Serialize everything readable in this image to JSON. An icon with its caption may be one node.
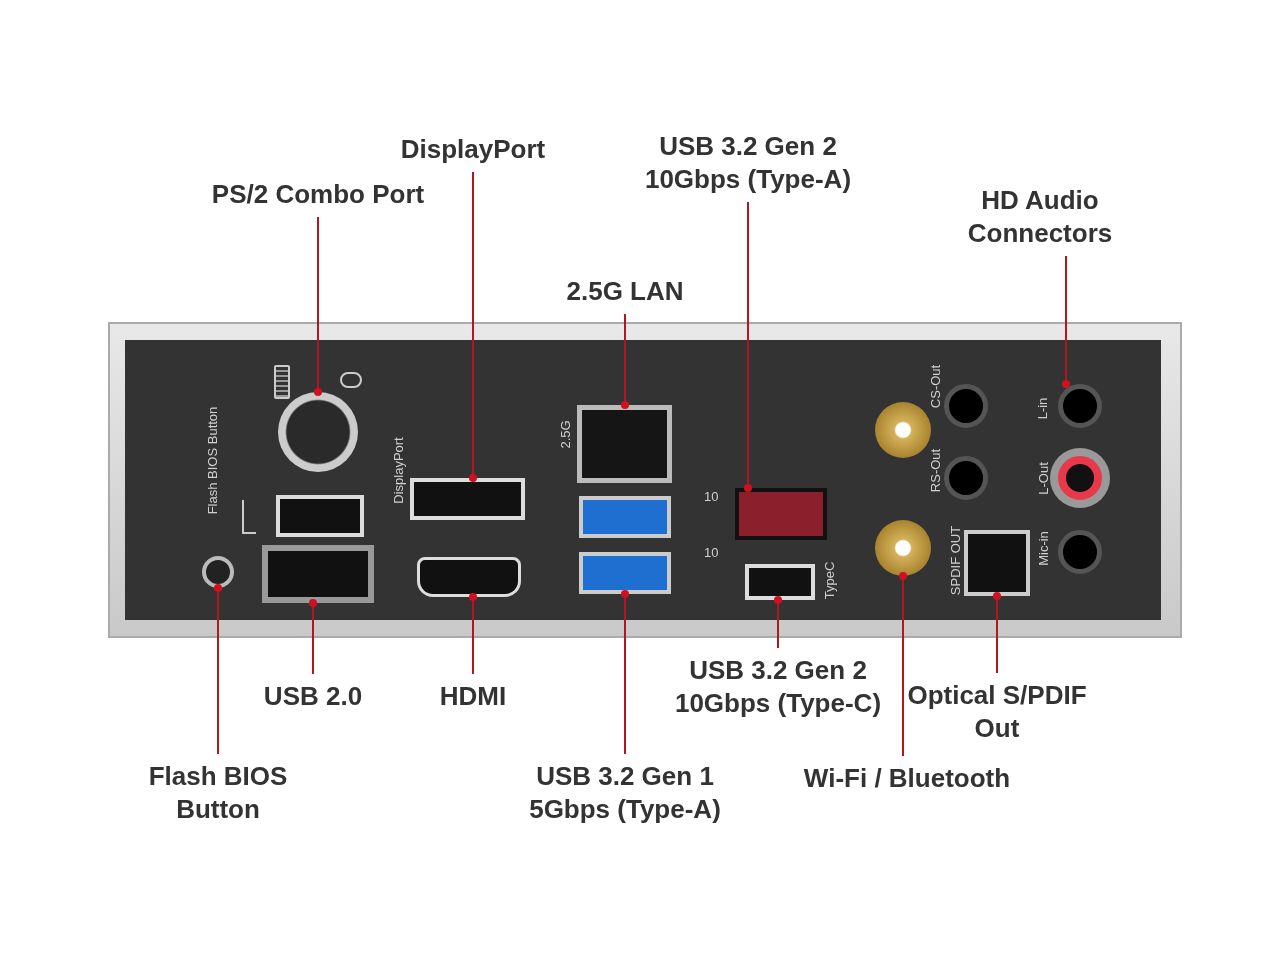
{
  "diagram": {
    "nodes": [
      {
        "text": [
          "PS/2 Combo Port"
        ]
      },
      {
        "text": [
          "DisplayPort"
        ]
      },
      {
        "text": [
          "2.5G LAN"
        ]
      },
      {
        "text": [
          "USB 3.2 Gen 2 10Gbps (Type-A)"
        ]
      },
      {
        "text": [
          "HD Audio Connectors"
        ]
      },
      {
        "text": [
          "Flash BIOS Button"
        ]
      },
      {
        "text": [
          "USB 2.0"
        ]
      },
      {
        "text": [
          "HDMI"
        ]
      },
      {
        "text": [
          "USB 3.2 Gen 1 5Gbps (Type-A)"
        ]
      },
      {
        "text": [
          "USB 3.2 Gen 2 10Gbps (Type-C)"
        ]
      },
      {
        "text": [
          "Wi-Fi / Bluetooth"
        ]
      },
      {
        "text": [
          "Optical S/PDIF Out"
        ]
      },
      {
        "text": [],
        "shape": "circle"
      },
      {
        "text": [],
        "shape": "box",
        "beside": [
          "DisplayPort"
        ]
      },
      {
        "text": [],
        "shape": "box",
        "beside": [
          "10"
        ]
      },
      {
        "text": [],
        "shape": "circle",
        "beside": [
          "Flash BIOS Button"
        ]
      },
      {
        "text": [],
        "shape": "box"
      },
      {
        "text": [],
        "shape": "box"
      },
      {
        "text": [],
        "shape": "box"
      },
      {
        "text": [],
        "shape": "box",
        "beside": [
          "10",
          "TypeC"
        ]
      },
      {
        "text": [],
        "shape": "box",
        "beside": [
          "SPDIF OUT"
        ]
      },
      {
        "text": [],
        "shape": "box"
      },
      {
        "text": [],
        "shape": "box"
      },
      {
        "text": [],
        "shape": "box",
        "beside": [
          "2.5G"
        ]
      },
      {
        "text": [],
        "shape": "circle"
      },
      {
        "text": [],
        "shape": "circle"
      },
      {
        "text": [],
        "shape": "circle",
        "beside": [
          "CS-Out"
        ]
      },
      {
        "text": [],
        "shape": "circle",
        "beside": [
          "L-in"
        ]
      },
      {
        "text": [],
        "shape": "circle",
        "beside": [
          "RS-Out"
        ]
      },
      {
        "text": [],
        "shape": "circle",
        "beside": [
          "L-Out"
        ]
      },
      {
        "text": [],
        "shape": "circle",
        "beside": [
          "Mic-in"
        ]
      }
    ],
    "edges": [
      {
        "from": 0,
        "to": 12,
        "arrow": "other"
      },
      {
        "from": 1,
        "to": 13,
        "arrow": "other"
      },
      {
        "from": 2,
        "to": 23,
        "arrow": "other"
      },
      {
        "from": 3,
        "to": 14,
        "arrow": "other"
      },
      {
        "from": 4,
        "to": 27,
        "arrow": "other"
      },
      {
        "from": 5,
        "to": 15,
        "arrow": "other"
      },
      {
        "from": 6,
        "to": 16,
        "arrow": "other"
      },
      {
        "from": 7,
        "to": 17,
        "arrow": "other"
      },
      {
        "from": 8,
        "to": 18,
        "arrow": "other"
      },
      {
        "from": 9,
        "to": 19,
        "arrow": "other"
      },
      {
        "from": 10,
        "to": 25,
        "arrow": "other"
      },
      {
        "from": 11,
        "to": 20,
        "arrow": "other"
      }
    ]
  }
}
